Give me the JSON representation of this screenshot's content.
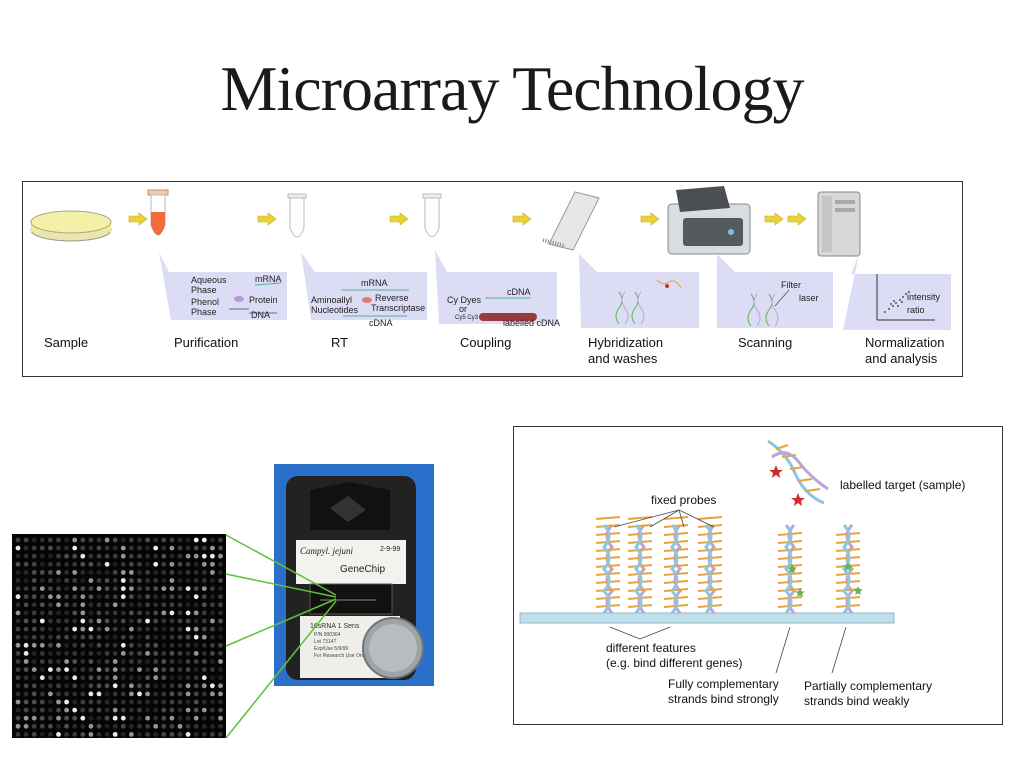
{
  "title": "Microarray Technology",
  "workflow": {
    "steps": [
      {
        "label": "Sample"
      },
      {
        "label": "Purification"
      },
      {
        "label": "RT"
      },
      {
        "label": "Coupling"
      },
      {
        "label": "Hybridization",
        "label2": "and washes"
      },
      {
        "label": "Scanning"
      },
      {
        "label": "Normalization",
        "label2": "and analysis"
      }
    ],
    "purification": {
      "aqueous1": "Aqueous",
      "aqueous2": "Phase",
      "phenol1": "Phenol",
      "phenol2": "Phase",
      "mrna": "mRNA",
      "protein": "Protein",
      "dna": "DNA"
    },
    "rt": {
      "mrna": "mRNA",
      "amino1": "Aminoallyl",
      "amino2": "Nucleotides",
      "rev1": "Reverse",
      "rev2": "Transcriptase",
      "cdna": "cDNA"
    },
    "coupling": {
      "cydyes": "Cy Dyes",
      "or": "or",
      "cy": "Cy5 Cy3",
      "cdna": "cDNA",
      "labelled": "labelled cDNA"
    },
    "scanning": {
      "filter": "Filter",
      "laser": "laser"
    },
    "analysis": {
      "intensity": "intensity",
      "ratio": "ratio"
    }
  },
  "chip": {
    "brand_handwritten": "Campyl. jejuni",
    "date": "2-9-99",
    "logo": "GeneChip",
    "label1": "16sRNA 1 Sens",
    "label2": "P/N 900364",
    "label3": "Lot 73147",
    "label4": "Exp/Use 5/9/99",
    "label5": "For Research Use Only"
  },
  "probes": {
    "labelled_target": "labelled target (sample)",
    "fixed_probes": "fixed probes",
    "different_features_1": "different features",
    "different_features_2": "(e.g. bind different genes)",
    "fully_1": "Fully complementary",
    "fully_2": "strands bind strongly",
    "partially_1": "Partially complementary",
    "partially_2": "strands bind weakly"
  },
  "colors": {
    "probe_orange": "#e8a33a",
    "strand_blue": "#8fc5e0",
    "strand_purple": "#b9a7d8",
    "star_red": "#d12b2b",
    "star_green": "#5bb84a",
    "substrate": "#bfe0ea"
  }
}
